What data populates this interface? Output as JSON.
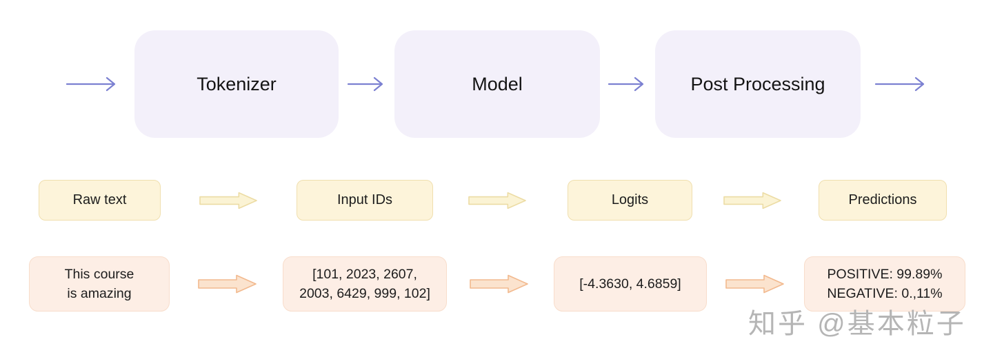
{
  "diagram_title": "transformers pipeline flow",
  "colors": {
    "stage_fill": "#f3f0fa",
    "flow_arrow": "#7b80d1",
    "label_fill": "#fdf4da",
    "label_border": "#f0dfae",
    "label_arrow_fill": "#fbf3d4",
    "label_arrow_border": "#ecdca4",
    "example_fill": "#fdeee5",
    "example_border": "#f8ddcb",
    "example_arrow_fill": "#fbe3ce",
    "example_arrow_border": "#f2b98e",
    "text": "#1c1c1c",
    "watermark": "#a9a9a9"
  },
  "stages": [
    {
      "label": "Tokenizer"
    },
    {
      "label": "Model"
    },
    {
      "label": "Post Processing"
    }
  ],
  "labels": [
    {
      "text": "Raw text"
    },
    {
      "text": "Input IDs"
    },
    {
      "text": "Logits"
    },
    {
      "text": "Predictions"
    }
  ],
  "examples": [
    {
      "line1": "This course",
      "line2": "is amazing"
    },
    {
      "line1": "[101, 2023, 2607,",
      "line2": "2003, 6429, 999, 102]"
    },
    {
      "line1": "[-4.3630, 4.6859]",
      "line2": ""
    },
    {
      "line1": "POSITIVE: 99.89%",
      "line2": "NEGATIVE: 0.,11%"
    }
  ],
  "watermark": {
    "text": "知乎 @基本粒子"
  }
}
